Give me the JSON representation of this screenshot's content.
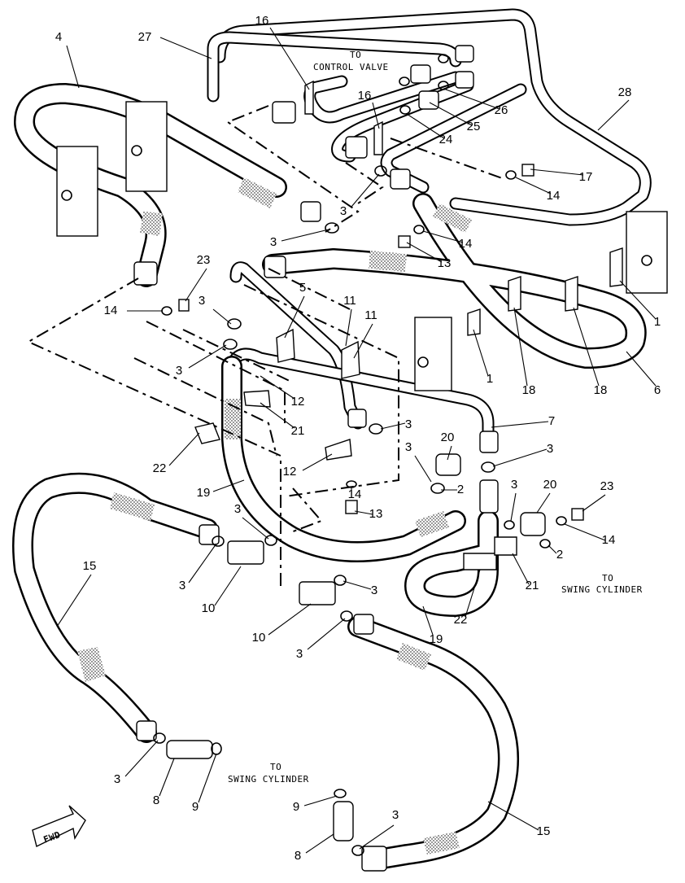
{
  "notes": {
    "control_valve": [
      "TO",
      "CONTROL VALVE"
    ],
    "swing_right": [
      "TO",
      "SWING CYLINDER"
    ],
    "swing_bottom": [
      "TO",
      "SWING CYLINDER"
    ],
    "fwd": "FWD"
  },
  "callouts": [
    {
      "id": "c-27",
      "text": "27"
    },
    {
      "id": "c-4",
      "text": "4"
    },
    {
      "id": "c-16a",
      "text": "16"
    },
    {
      "id": "c-16b",
      "text": "16"
    },
    {
      "id": "c-28",
      "text": "28"
    },
    {
      "id": "c-26",
      "text": "26"
    },
    {
      "id": "c-25",
      "text": "25"
    },
    {
      "id": "c-24",
      "text": "24"
    },
    {
      "id": "c-17",
      "text": "17"
    },
    {
      "id": "c-14a",
      "text": "14"
    },
    {
      "id": "c-3a",
      "text": "3"
    },
    {
      "id": "c-3b",
      "text": "3"
    },
    {
      "id": "c-14b",
      "text": "14"
    },
    {
      "id": "c-13a",
      "text": "13"
    },
    {
      "id": "c-23a",
      "text": "23"
    },
    {
      "id": "c-14c",
      "text": "14"
    },
    {
      "id": "c-3c",
      "text": "3"
    },
    {
      "id": "c-5",
      "text": "5"
    },
    {
      "id": "c-11a",
      "text": "11"
    },
    {
      "id": "c-11b",
      "text": "11"
    },
    {
      "id": "c-1a",
      "text": "1"
    },
    {
      "id": "c-1b",
      "text": "1"
    },
    {
      "id": "c-18a",
      "text": "18"
    },
    {
      "id": "c-18b",
      "text": "18"
    },
    {
      "id": "c-6",
      "text": "6"
    },
    {
      "id": "c-3d",
      "text": "3"
    },
    {
      "id": "c-12a",
      "text": "12"
    },
    {
      "id": "c-21a",
      "text": "21"
    },
    {
      "id": "c-3e",
      "text": "3"
    },
    {
      "id": "c-7",
      "text": "7"
    },
    {
      "id": "c-22a",
      "text": "22"
    },
    {
      "id": "c-20a",
      "text": "20"
    },
    {
      "id": "c-3f",
      "text": "3"
    },
    {
      "id": "c-3g",
      "text": "3"
    },
    {
      "id": "c-12b",
      "text": "12"
    },
    {
      "id": "c-2a",
      "text": "2"
    },
    {
      "id": "c-14d",
      "text": "14"
    },
    {
      "id": "c-19a",
      "text": "19"
    },
    {
      "id": "c-3h",
      "text": "3"
    },
    {
      "id": "c-20b",
      "text": "20"
    },
    {
      "id": "c-23b",
      "text": "23"
    },
    {
      "id": "c-13b",
      "text": "13"
    },
    {
      "id": "c-14e",
      "text": "14"
    },
    {
      "id": "c-2b",
      "text": "2"
    },
    {
      "id": "c-15a",
      "text": "15"
    },
    {
      "id": "c-3i",
      "text": "3"
    },
    {
      "id": "c-10a",
      "text": "10"
    },
    {
      "id": "c-3j",
      "text": "3"
    },
    {
      "id": "c-21b",
      "text": "21"
    },
    {
      "id": "c-22b",
      "text": "22"
    },
    {
      "id": "c-10b",
      "text": "10"
    },
    {
      "id": "c-19b",
      "text": "19"
    },
    {
      "id": "c-3k",
      "text": "3"
    },
    {
      "id": "c-3l",
      "text": "3"
    },
    {
      "id": "c-8a",
      "text": "8"
    },
    {
      "id": "c-9a",
      "text": "9"
    },
    {
      "id": "c-9b",
      "text": "9"
    },
    {
      "id": "c-3m",
      "text": "3"
    },
    {
      "id": "c-15b",
      "text": "15"
    },
    {
      "id": "c-8b",
      "text": "8"
    },
    {
      "id": "c-3n",
      "text": "3"
    }
  ]
}
